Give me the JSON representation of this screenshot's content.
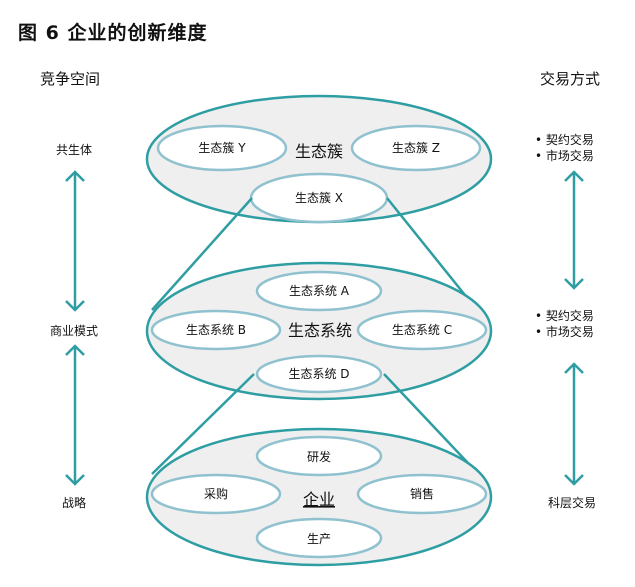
{
  "title": "图 6  企业的创新维度",
  "headers": {
    "left": "竞争空间",
    "right": "交易方式"
  },
  "colors": {
    "outer_stroke": "#2e9ea3",
    "inner_stroke": "#8fc1cf",
    "fill": "#efefef",
    "inner_fill": "#ffffff",
    "arrow": "#2e9ea3"
  },
  "left_levels": [
    "共生体",
    "商业模式",
    "战略"
  ],
  "right_levels": [
    {
      "items": [
        "契约交易",
        "市场交易"
      ]
    },
    {
      "items": [
        "契约交易",
        "市场交易"
      ]
    },
    {
      "items": [
        "科层交易"
      ]
    }
  ],
  "layers": [
    {
      "center": "生态簇",
      "parts": [
        "生态簇 Y",
        "生态簇 Z",
        "生态簇 X"
      ]
    },
    {
      "center": "生态系统",
      "parts": [
        "生态系统 A",
        "生态系统 B",
        "生态系统 C",
        "生态系统 D"
      ]
    },
    {
      "center": "企业",
      "parts": [
        "研发",
        "采购",
        "销售",
        "生产"
      ]
    }
  ]
}
